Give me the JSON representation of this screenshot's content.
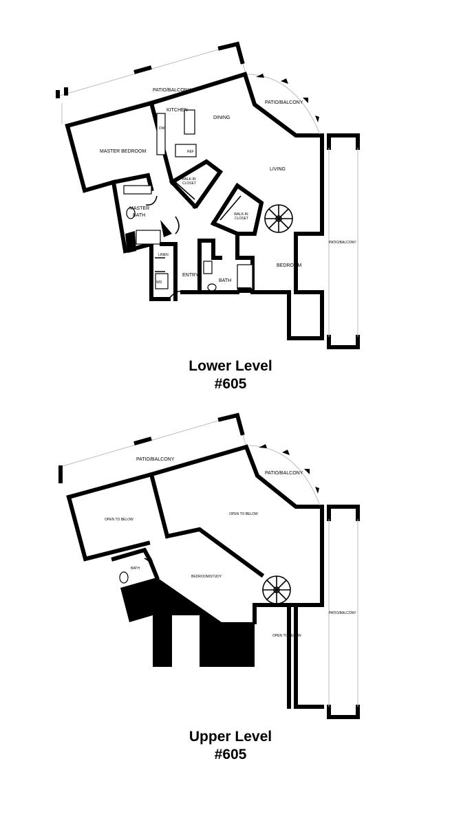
{
  "lower": {
    "labels": {
      "patio_top": "PATIO/BALCONY",
      "patio_corner": "PATIO/BALCONY",
      "patio_right": "PATIO/BALCONY",
      "kitchen": "KITCHEN",
      "dining": "DINING",
      "living": "LIVING",
      "master_bedroom": "MASTER BEDROOM",
      "master_bath_1": "MASTER",
      "master_bath_2": "BATH",
      "walkin_1_a": "WALK-IN",
      "walkin_1_b": "CLOSET",
      "walkin_2_a": "WALK-IN",
      "walkin_2_b": "CLOSET",
      "bedroom": "BEDROOM",
      "entry": "ENTRY",
      "bath": "BATH",
      "linen": "LINEN",
      "wd": "WD",
      "dw": "DW",
      "ref": "REF"
    },
    "title": "Lower Level",
    "unit": "#605"
  },
  "upper": {
    "labels": {
      "patio_top": "PATIO/BALCONY",
      "patio_corner": "PATIO/BALCONY",
      "patio_right": "PATIO/BALCONY",
      "open_left": "OPEN TO BELOW",
      "open_center": "OPEN TO BELOW",
      "open_lower": "OPEN TO BELOW",
      "bedroom_study": "BEDROOM/STUDY",
      "bath": "BATH"
    },
    "title": "Upper Level",
    "unit": "#605"
  }
}
